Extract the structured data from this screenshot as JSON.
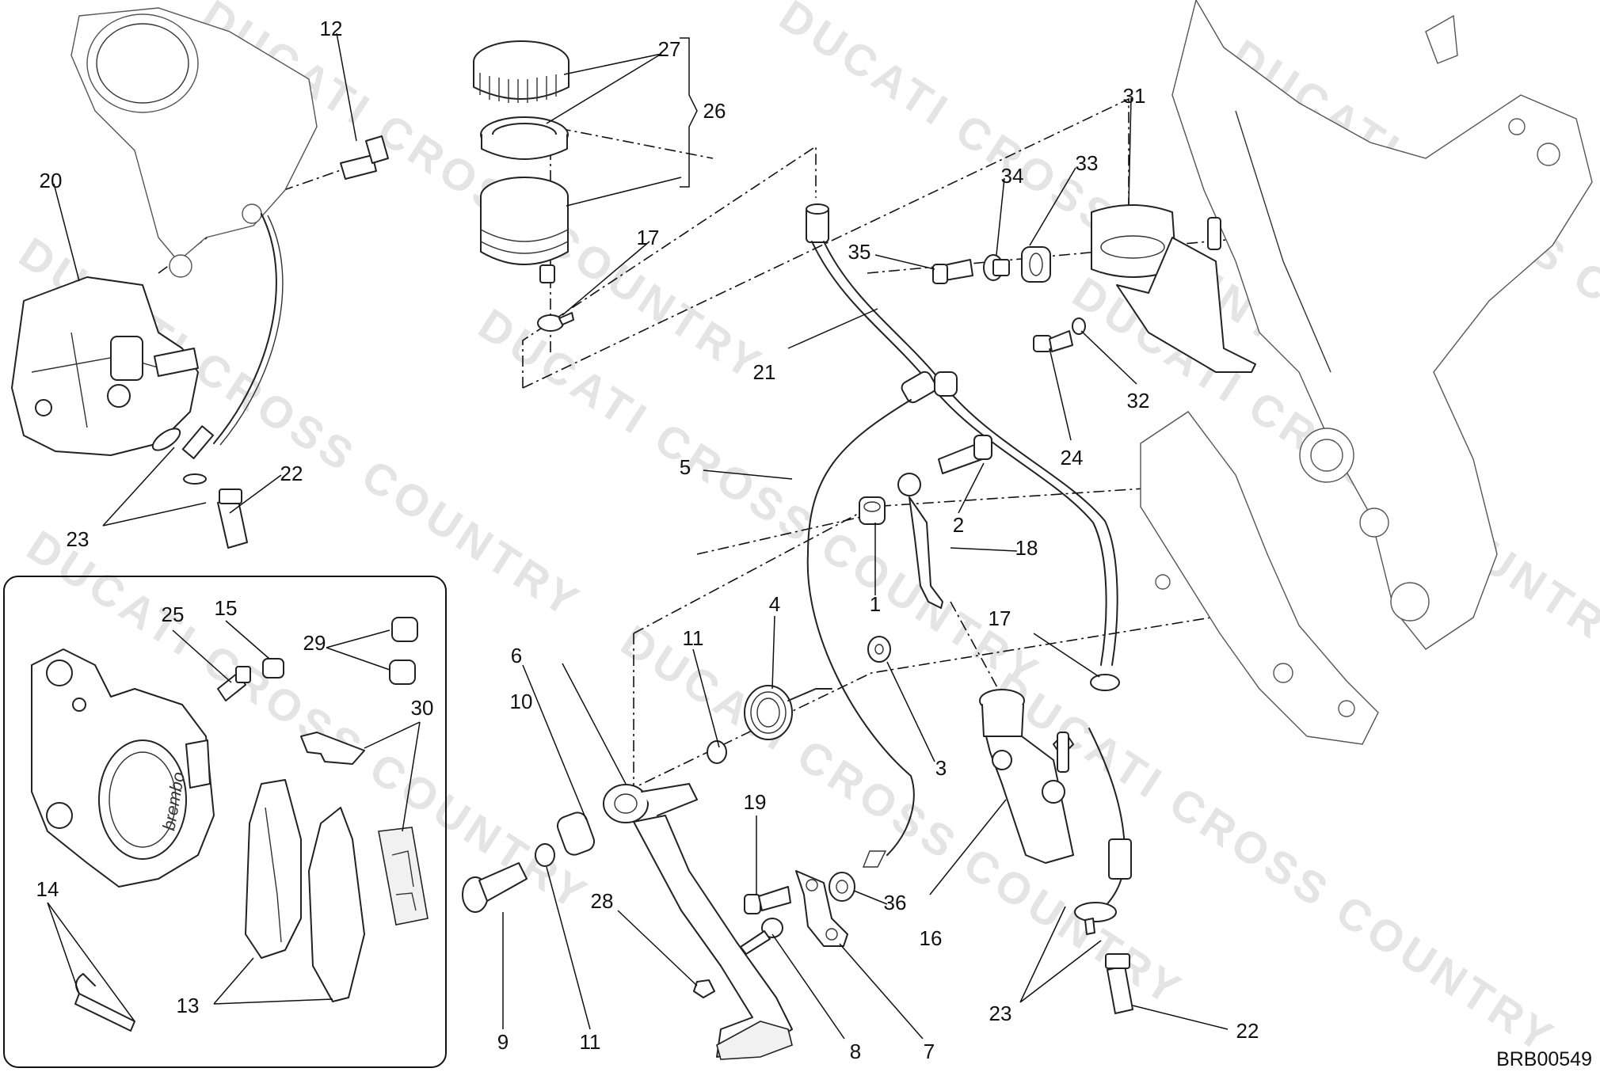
{
  "drawing_code": "BRB00549",
  "watermark": "DUCATI CROSS COUNTRY",
  "caliper_brand": "brembo",
  "labels": {
    "p1": "1",
    "p2": "2",
    "p3": "3",
    "p4": "4",
    "p5": "5",
    "p6": "6",
    "p7": "7",
    "p8": "8",
    "p9": "9",
    "p10": "10",
    "p11a": "11",
    "p11b": "11",
    "p12": "12",
    "p13": "13",
    "p14": "14",
    "p15": "15",
    "p16": "16",
    "p17a": "17",
    "p17b": "17",
    "p18": "18",
    "p19": "19",
    "p20": "20",
    "p21": "21",
    "p22a": "22",
    "p22b": "22",
    "p23a": "23",
    "p23b": "23",
    "p24": "24",
    "p25": "25",
    "p26": "26",
    "p27": "27",
    "p28": "28",
    "p29": "29",
    "p30": "30",
    "p31": "31",
    "p32": "32",
    "p33": "33",
    "p34": "34",
    "p35": "35",
    "p36": "36"
  }
}
